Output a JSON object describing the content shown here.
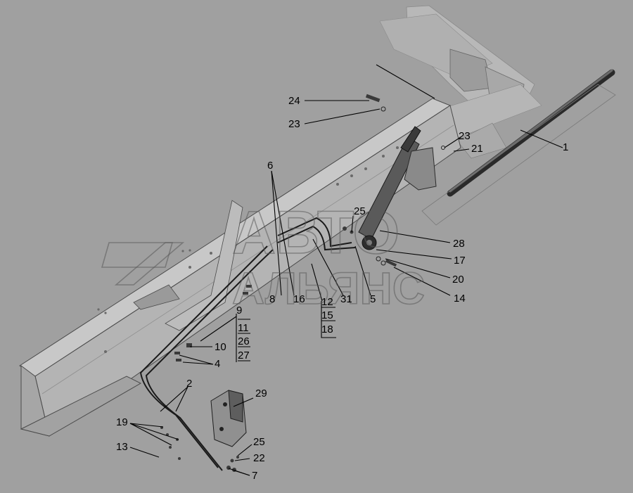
{
  "diagram": {
    "background": "#a0a0a0",
    "frame_fill": "#b4b4b4",
    "frame_top": "#c6c6c6",
    "watermark": {
      "line1": "АВТО",
      "line2": "АЛЬЯНС"
    },
    "callouts": [
      {
        "id": "c24a",
        "text": "24"
      },
      {
        "id": "c23a",
        "text": "23"
      },
      {
        "id": "c23b",
        "text": "23"
      },
      {
        "id": "c21",
        "text": "21"
      },
      {
        "id": "c1",
        "text": "1"
      },
      {
        "id": "c6",
        "text": "6"
      },
      {
        "id": "c25a",
        "text": "25"
      },
      {
        "id": "c28",
        "text": "28"
      },
      {
        "id": "c17",
        "text": "17"
      },
      {
        "id": "c20",
        "text": "20"
      },
      {
        "id": "c14",
        "text": "14"
      },
      {
        "id": "c8",
        "text": "8"
      },
      {
        "id": "c16",
        "text": "16"
      },
      {
        "id": "c31",
        "text": "31"
      },
      {
        "id": "c5",
        "text": "5"
      },
      {
        "id": "c12",
        "text": "12"
      },
      {
        "id": "c15",
        "text": "15"
      },
      {
        "id": "c18",
        "text": "18"
      },
      {
        "id": "c9",
        "text": "9"
      },
      {
        "id": "c11",
        "text": "11"
      },
      {
        "id": "c26",
        "text": "26"
      },
      {
        "id": "c27",
        "text": "27"
      },
      {
        "id": "c10",
        "text": "10"
      },
      {
        "id": "c4",
        "text": "4"
      },
      {
        "id": "c2",
        "text": "2"
      },
      {
        "id": "c29",
        "text": "29"
      },
      {
        "id": "c19",
        "text": "19"
      },
      {
        "id": "c13",
        "text": "13"
      },
      {
        "id": "c25b",
        "text": "25"
      },
      {
        "id": "c22",
        "text": "22"
      },
      {
        "id": "c7",
        "text": "7"
      }
    ]
  }
}
